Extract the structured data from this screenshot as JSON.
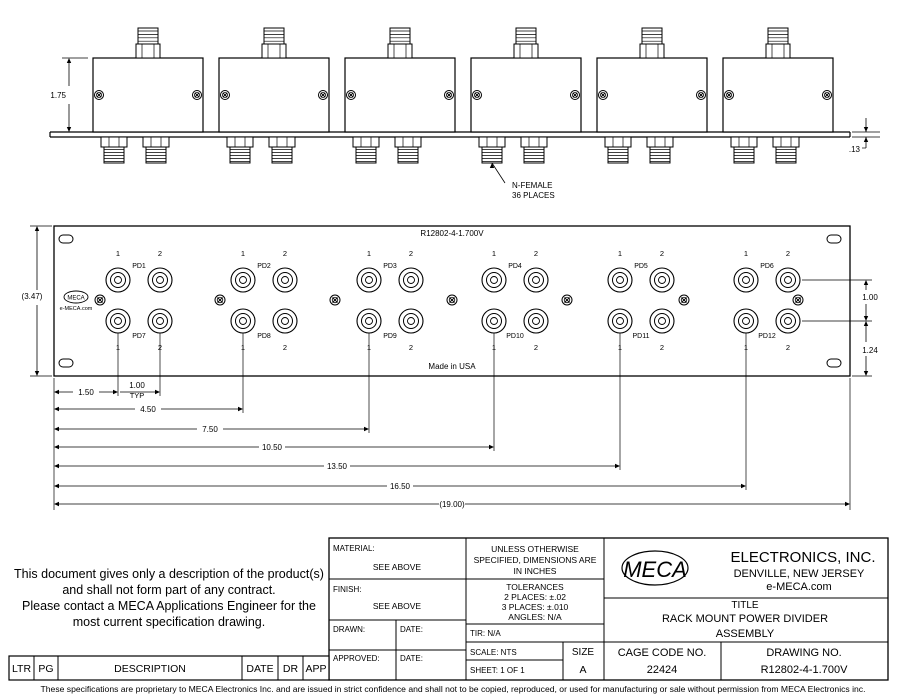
{
  "side_view": {
    "height_dim": "1.75",
    "thickness_dim": ".13",
    "callout": [
      "N-FEMALE",
      "36 PLACES"
    ]
  },
  "front_view": {
    "panel_label": "R12802-4-1.700V",
    "made_in": "Made in USA",
    "logo_text": "MECA",
    "logo_sub": "e-MECA.com",
    "height_dim": "(3.47)",
    "v_dims": [
      "1.00",
      "1.24"
    ],
    "port_labels": [
      "1",
      "2"
    ],
    "top_units": [
      "PD1",
      "PD2",
      "PD3",
      "PD4",
      "PD5",
      "PD6"
    ],
    "bottom_units": [
      "PD7",
      "PD8",
      "PD9",
      "PD10",
      "PD11",
      "PD12"
    ],
    "h_dims": [
      "1.50",
      "1.00",
      "TYP",
      "4.50",
      "7.50",
      "10.50",
      "13.50",
      "16.50",
      "(19.00)"
    ]
  },
  "title_block": {
    "disclaimer": [
      "This document gives only a description of the product(s)",
      "and shall not form part of any contract.",
      "Please contact a MECA Applications Engineer for the",
      "most current specification drawing."
    ],
    "material_label": "MATERIAL:",
    "material_value": "SEE ABOVE",
    "finish_label": "FINISH:",
    "finish_value": "SEE ABOVE",
    "drawn_label": "DRAWN:",
    "approved_label": "APPROVED:",
    "date_label": "DATE:",
    "spec_note": [
      "UNLESS OTHERWISE",
      "SPECIFIED, DIMENSIONS ARE",
      "IN INCHES"
    ],
    "tolerances": [
      "TOLERANCES",
      "2 PLACES: ±.02",
      "3 PLACES: ±.010",
      "ANGLES: N/A"
    ],
    "tir": "TIR: N/A",
    "scale": "SCALE: NTS",
    "sheet": "SHEET: 1 OF 1",
    "size_label": "SIZE",
    "size_value": "A",
    "company_logo": "MECA",
    "company": "ELECTRONICS, INC.",
    "location": "DENVILLE, NEW JERSEY",
    "website": "e-MECA.com",
    "title_label": "TITLE",
    "title_lines": [
      "RACK MOUNT POWER DIVIDER",
      "ASSEMBLY"
    ],
    "cage_label": "CAGE CODE NO.",
    "cage_value": "22424",
    "drawing_label": "DRAWING NO.",
    "drawing_value": "R12802-4-1.700V",
    "revision_headers": [
      "LTR",
      "PG",
      "DESCRIPTION",
      "DATE",
      "DR",
      "APP"
    ]
  },
  "footer": "These specifications are proprietary to MECA Electronics Inc. and are  issued in strict confidence and shall not to be copied, reproduced, or used for manufacturing or sale without permission from MECA Electronics inc."
}
